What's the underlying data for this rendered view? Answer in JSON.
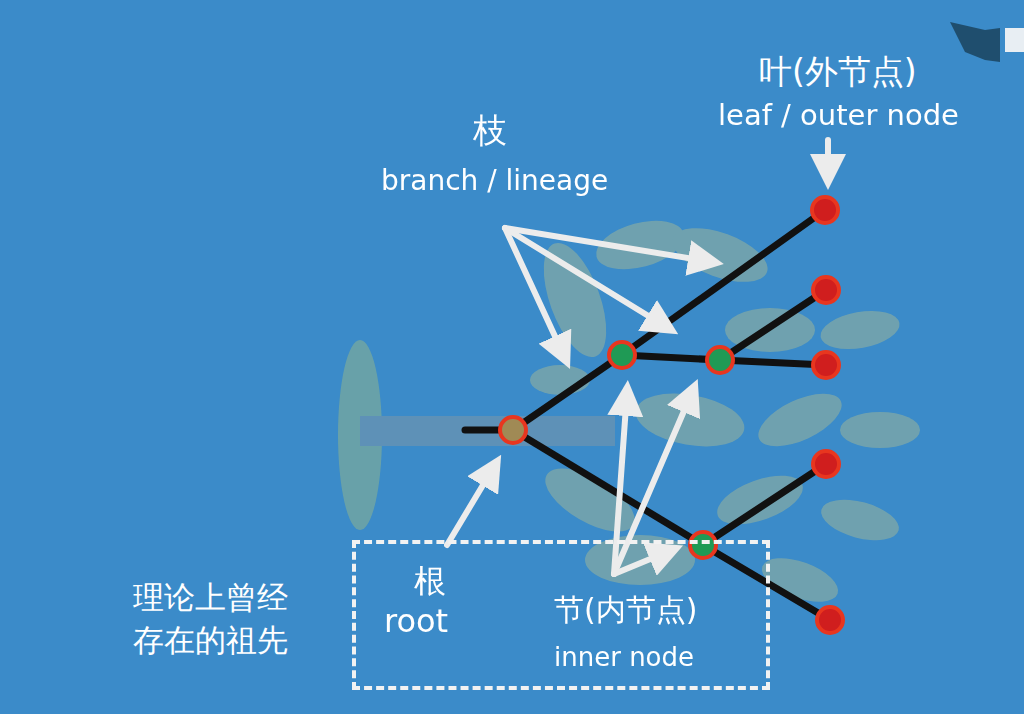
{
  "diagram": {
    "nodes": [
      {
        "text": [
          "理论上曾经 存在的祖先",
          "根",
          "root",
          "节(内节点)",
          "inner node"
        ]
      }
    ],
    "labels": [
      "枝",
      "branch / lineage",
      "叶(外节点)",
      "leaf / outer node"
    ]
  }
}
